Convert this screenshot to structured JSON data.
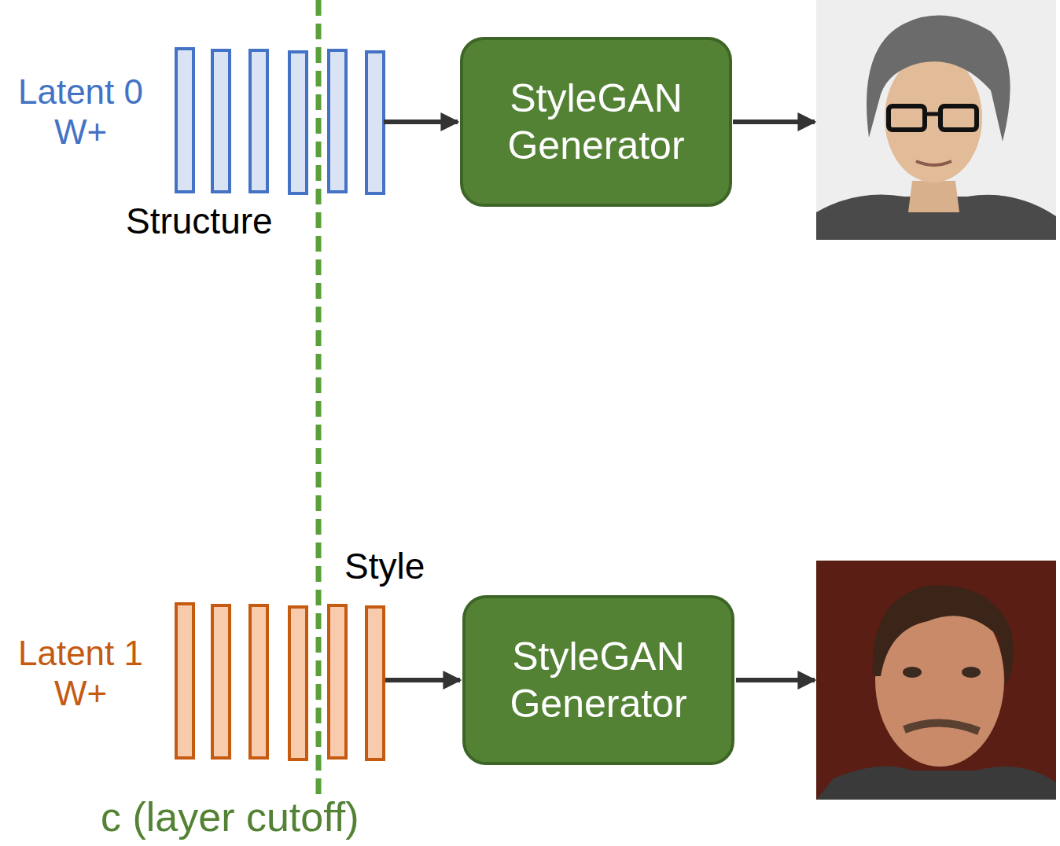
{
  "diagram": {
    "nodes": [
      {
        "text": [
          "StyleGAN Generator"
        ]
      },
      {
        "text": [
          "StyleGAN Generator"
        ]
      }
    ],
    "labels": [
      "Latent 0 W+",
      "Structure",
      "Latent 1 W+",
      "Style",
      "c (layer cutoff)"
    ]
  }
}
